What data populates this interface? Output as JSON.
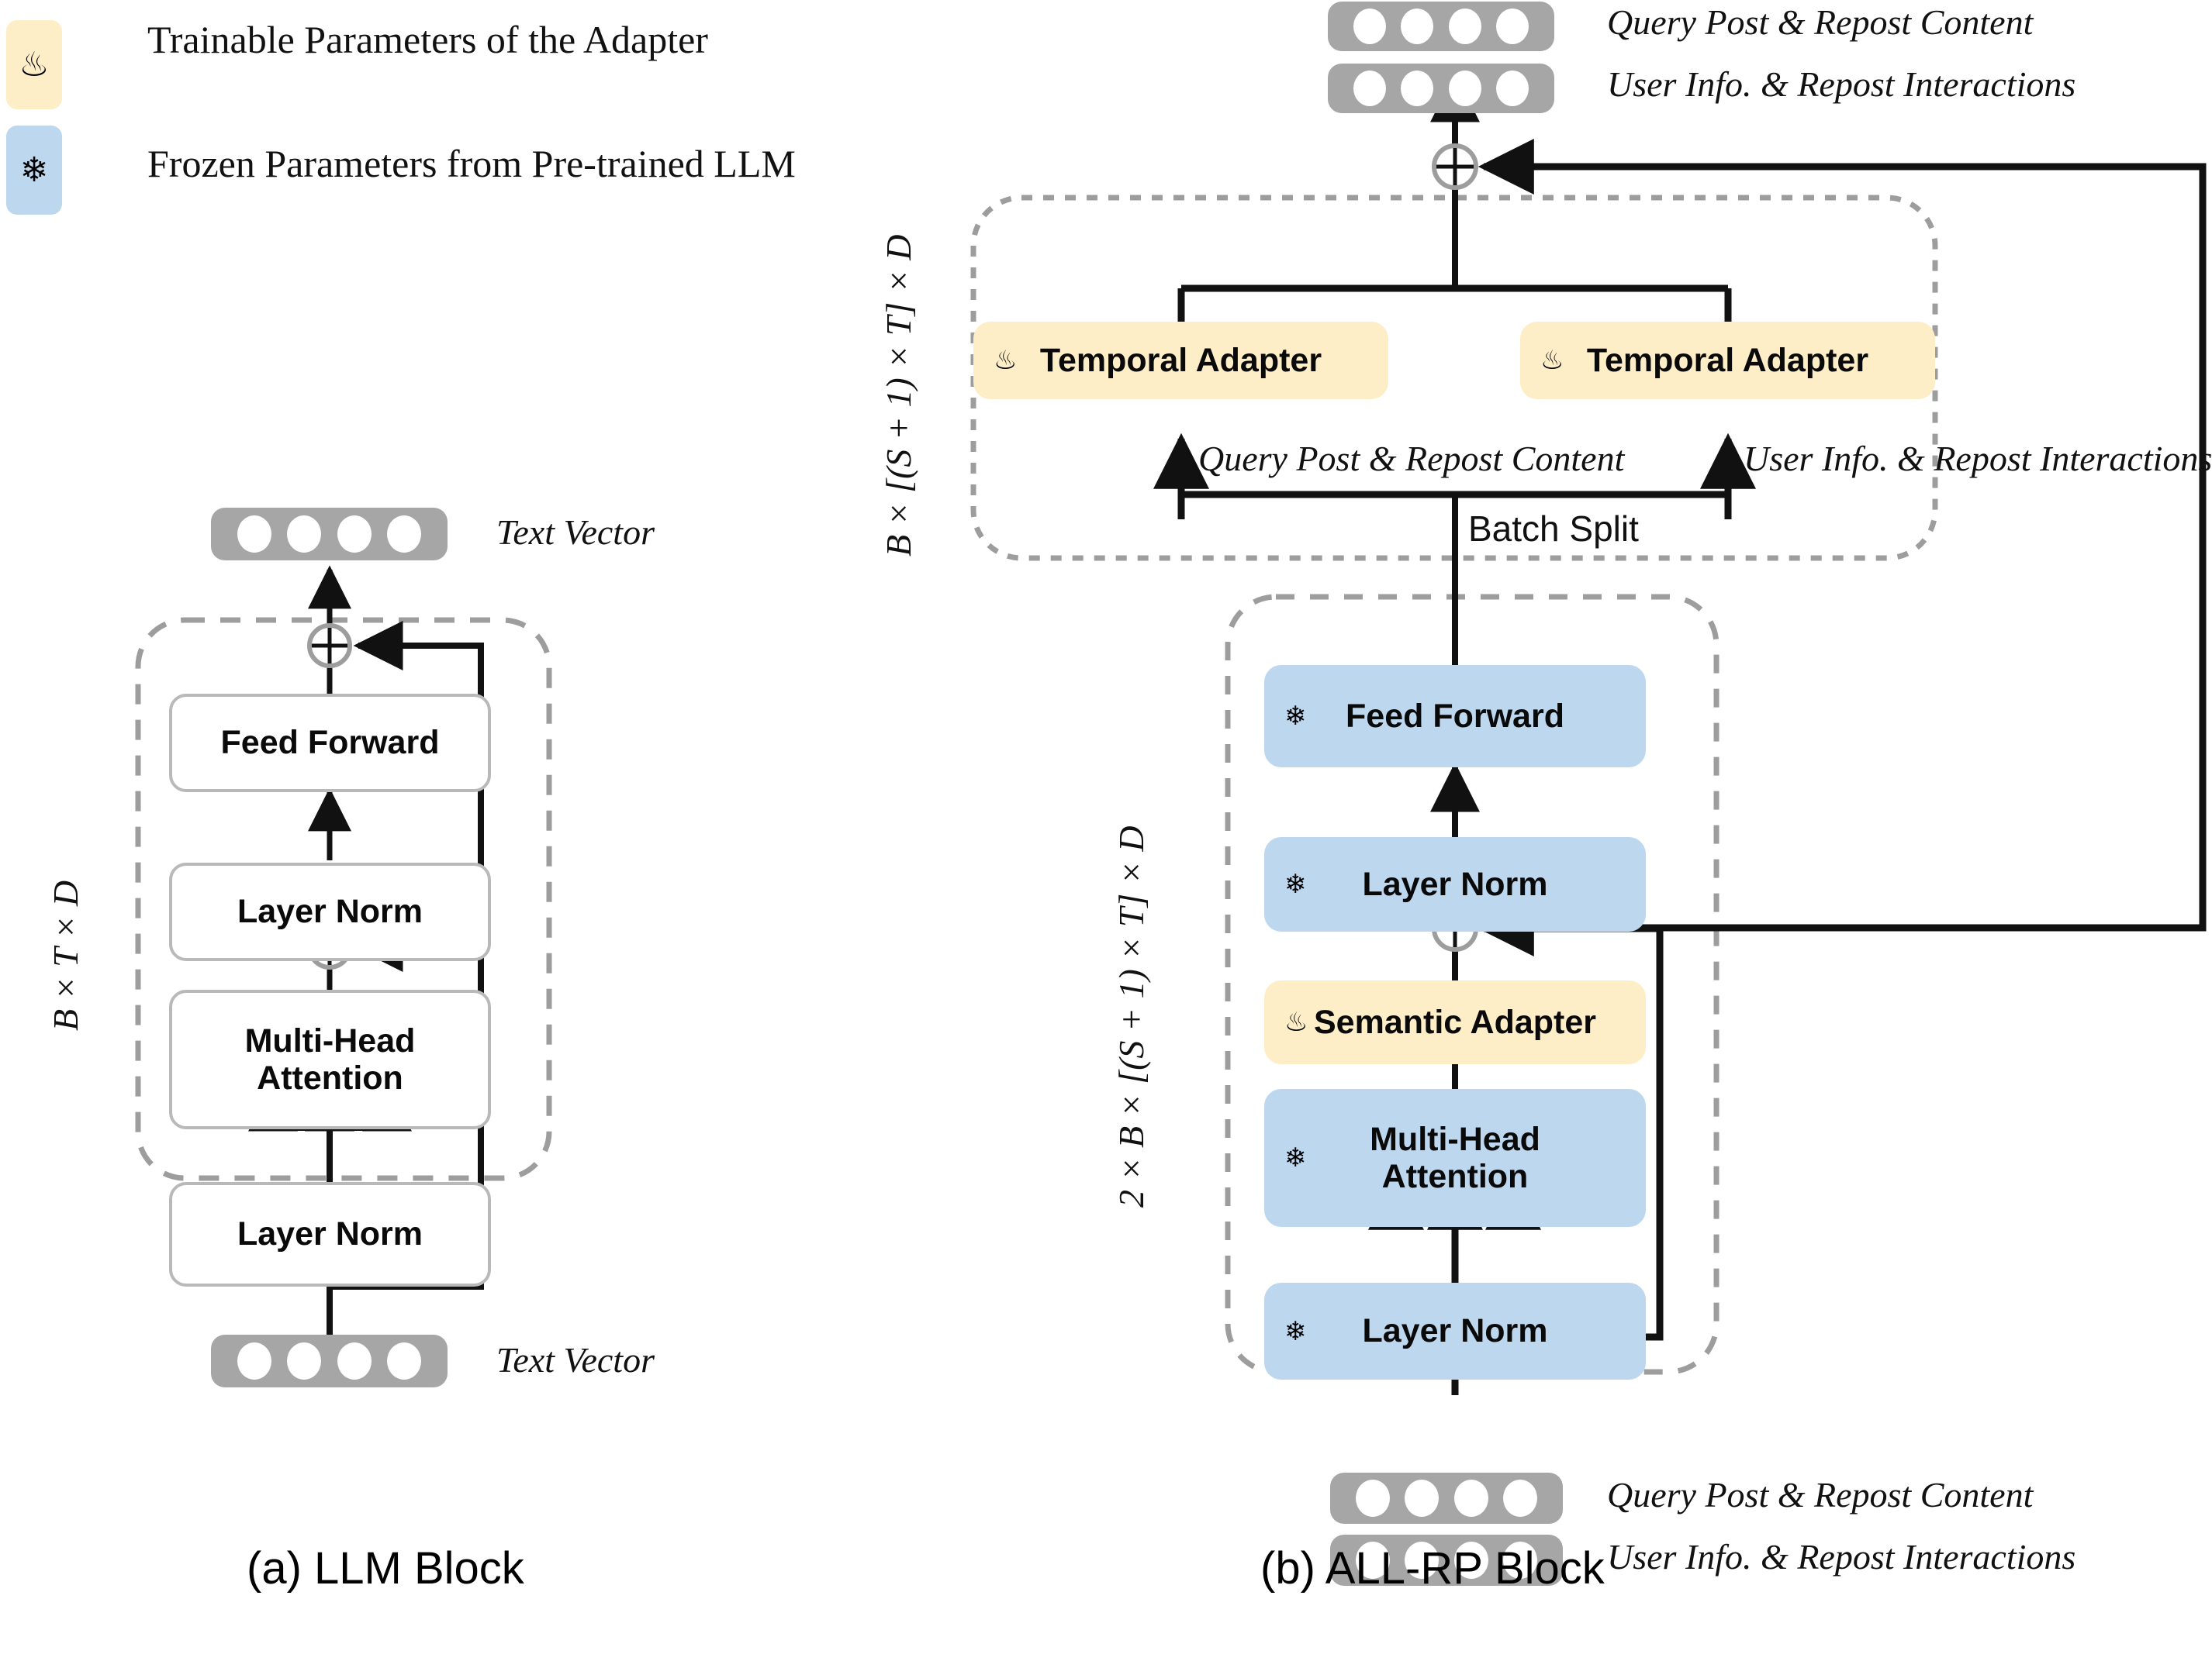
{
  "legend": {
    "items": [
      {
        "icon": "fire-icon",
        "glyph": "♨",
        "swatch": "#fdeec8",
        "label": "Trainable Parameters of the Adapter"
      },
      {
        "icon": "snowflake-icon",
        "glyph": "❄",
        "swatch": "#bdd7ee",
        "label": "Frozen Parameters from Pre-trained LLM"
      }
    ]
  },
  "colors": {
    "trainable_fill": "#fdeec8",
    "frozen_fill": "#bdd7ee",
    "vector_fill": "#a6a6a6",
    "plain_border": "#b9b9b9",
    "dashed_border": "#9d9d9d",
    "wire": "#111111"
  },
  "panel_a": {
    "caption": "(a) LLM Block",
    "dim_label": "B × T × D",
    "output_vector_label": "Text Vector",
    "input_vector_label": "Text Vector",
    "blocks": [
      {
        "name": "feed-forward",
        "label": "Feed Forward",
        "style": "plain"
      },
      {
        "name": "layer-norm-top",
        "label": "Layer Norm",
        "style": "plain"
      },
      {
        "name": "multi-head-attention",
        "label": "Multi-Head\nAttention",
        "style": "plain"
      },
      {
        "name": "layer-norm-bottom",
        "label": "Layer Norm",
        "style": "plain"
      }
    ],
    "residual_nodes": [
      "add-top",
      "add-mid"
    ]
  },
  "panel_b": {
    "caption": "(b) ALL-RP Block",
    "dim_label_temporal": "B × [(S + 1) × T] × D",
    "dim_label_llm": "2 × B × [(S + 1) × T] × D",
    "batch_split_label": "Batch Split",
    "output_vectors": [
      {
        "name": "query-post-repost-content",
        "label": "Query Post & Repost Content"
      },
      {
        "name": "user-info-repost-interactions",
        "label": "User Info. & Repost Interactions"
      }
    ],
    "input_vectors": [
      {
        "name": "query-post-repost-content",
        "label": "Query Post & Repost Content"
      },
      {
        "name": "user-info-repost-interactions",
        "label": "User Info. & Repost Interactions"
      }
    ],
    "branch_labels": [
      {
        "name": "left-branch-label",
        "label": "Query Post & Repost Content"
      },
      {
        "name": "right-branch-label",
        "label": "User Info. & Repost Interactions"
      }
    ],
    "adapters": [
      {
        "name": "temporal-adapter-left",
        "label": "Temporal Adapter",
        "style": "trainable",
        "badge": "♨"
      },
      {
        "name": "temporal-adapter-right",
        "label": "Temporal Adapter",
        "style": "trainable",
        "badge": "♨"
      }
    ],
    "blocks": [
      {
        "name": "feed-forward",
        "label": "Feed Forward",
        "style": "frozen",
        "badge": "❄"
      },
      {
        "name": "layer-norm-top",
        "label": "Layer Norm",
        "style": "frozen",
        "badge": "❄"
      },
      {
        "name": "semantic-adapter",
        "label": "Semantic Adapter",
        "style": "trainable",
        "badge": "♨"
      },
      {
        "name": "multi-head-attention",
        "label": "Multi-Head\nAttention",
        "style": "frozen",
        "badge": "❄"
      },
      {
        "name": "layer-norm-bottom",
        "label": "Layer Norm",
        "style": "frozen",
        "badge": "❄"
      }
    ],
    "residual_nodes": [
      "add-outer",
      "add-inner"
    ]
  }
}
